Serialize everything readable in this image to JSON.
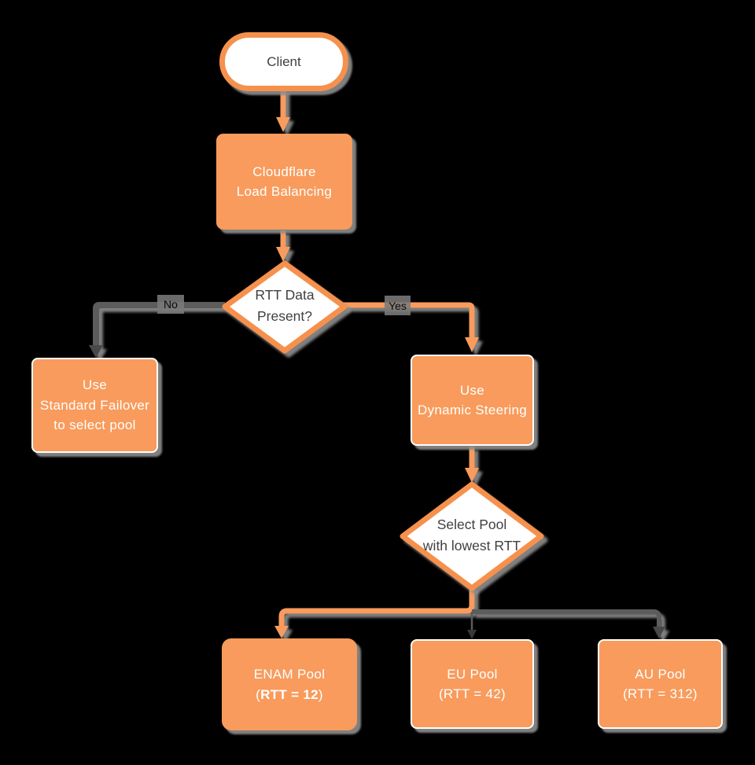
{
  "diagram": {
    "description": "Cloudflare Load Balancing dynamic steering flowchart",
    "colors": {
      "background": "#000000",
      "node_fill_orange": "#F89B5C",
      "node_border_orange": "#F5914D",
      "node_fill_white": "#FFFFFF",
      "gray_connector": "#5B5B5B",
      "gray_arrowhead": "#3A3A3A",
      "shadow_gray": "#8E8E8E",
      "text_dark": "#404040",
      "text_light": "#FFFFFF",
      "edge_label_bg": "#7A7A7A"
    },
    "nodes": {
      "client": {
        "label": "Client"
      },
      "load_balancer": {
        "label": "Cloudflare\nLoad Balancing"
      },
      "rtt_decision": {
        "label": "RTT Data\nPresent?"
      },
      "standard_failover": {
        "label": "Use\nStandard Failover\nto select pool"
      },
      "dynamic_steering": {
        "label": "Use\nDynamic Steering"
      },
      "select_pool_decision": {
        "label": "Select Pool\nwith lowest RTT"
      },
      "enam_pool": {
        "line1": "ENAM Pool",
        "line2_prefix": "(",
        "line2_bold": "RTT = 12",
        "line2_suffix": ")"
      },
      "eu_pool": {
        "label": "EU Pool\n(RTT = 42)"
      },
      "au_pool": {
        "label": "AU Pool\n(RTT = 312)"
      }
    },
    "edges": {
      "no_label": "No",
      "yes_label": "Yes"
    }
  }
}
